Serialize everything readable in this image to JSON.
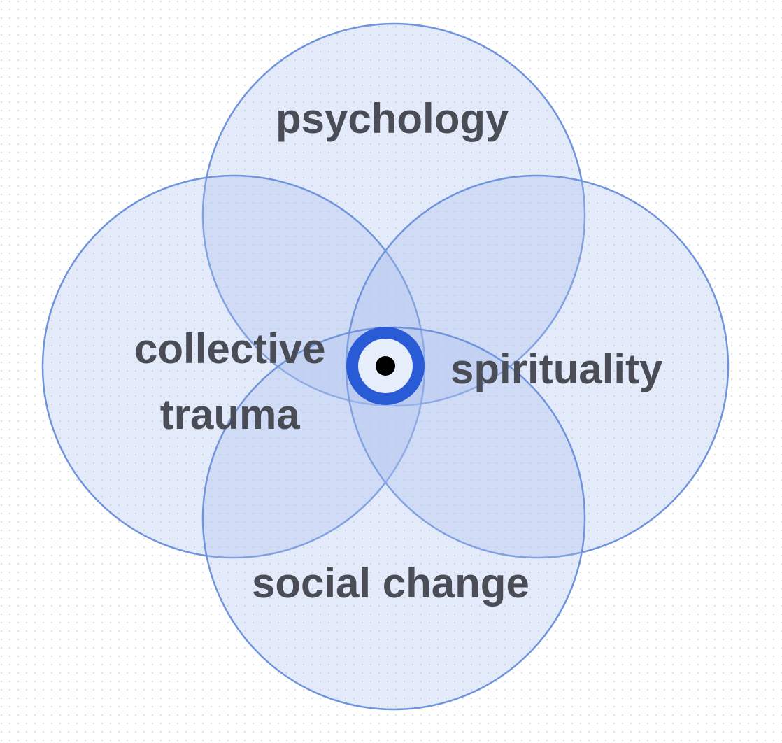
{
  "diagram": {
    "type": "venn",
    "colors": {
      "circle_fill": "#a9bfee",
      "circle_stroke": "#6f93dc",
      "center_ring": "#2a5bd7",
      "center_inner": "#e6edfb",
      "center_dot": "#000000",
      "label_text": "#4a4d55",
      "background_dots": "#d8dce4"
    },
    "sets": [
      {
        "id": "psychology",
        "lines": [
          "psychology"
        ]
      },
      {
        "id": "collective-trauma",
        "lines": [
          "collective",
          "trauma"
        ]
      },
      {
        "id": "spirituality",
        "lines": [
          "spirituality"
        ]
      },
      {
        "id": "social-change",
        "lines": [
          "social change"
        ]
      }
    ],
    "center_marker": "target-icon"
  }
}
